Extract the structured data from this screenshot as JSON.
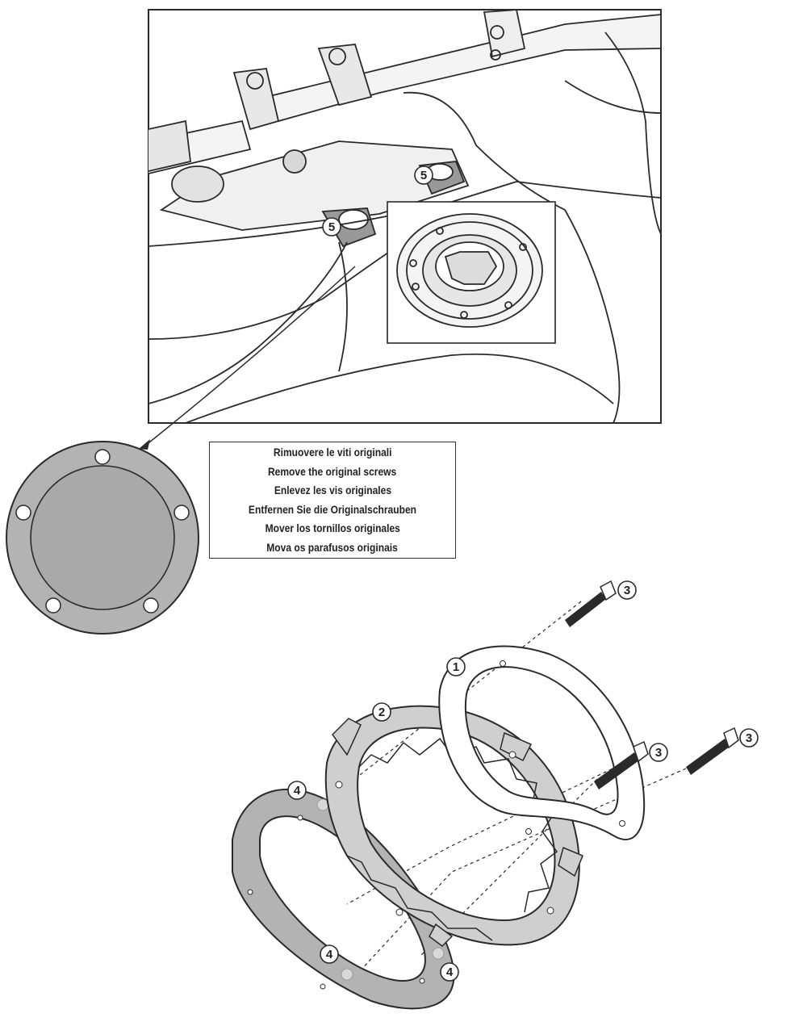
{
  "instructions": [
    "Rimuovere le viti originali",
    "Remove the original screws",
    "Enlevez  les vis originales",
    "Entfernen Sie die Originalschrauben",
    "Mover los tornillos originales",
    "Mova os parafusos originais"
  ],
  "callouts": {
    "ring": "1",
    "flange": "2",
    "screw": "3",
    "spacer": "4",
    "original_screw": "5"
  },
  "colors": {
    "line": "#2a2a2a",
    "part_gray": "#b3b3b3",
    "light_gray": "#cfcfcf",
    "highlight": "#999999"
  }
}
